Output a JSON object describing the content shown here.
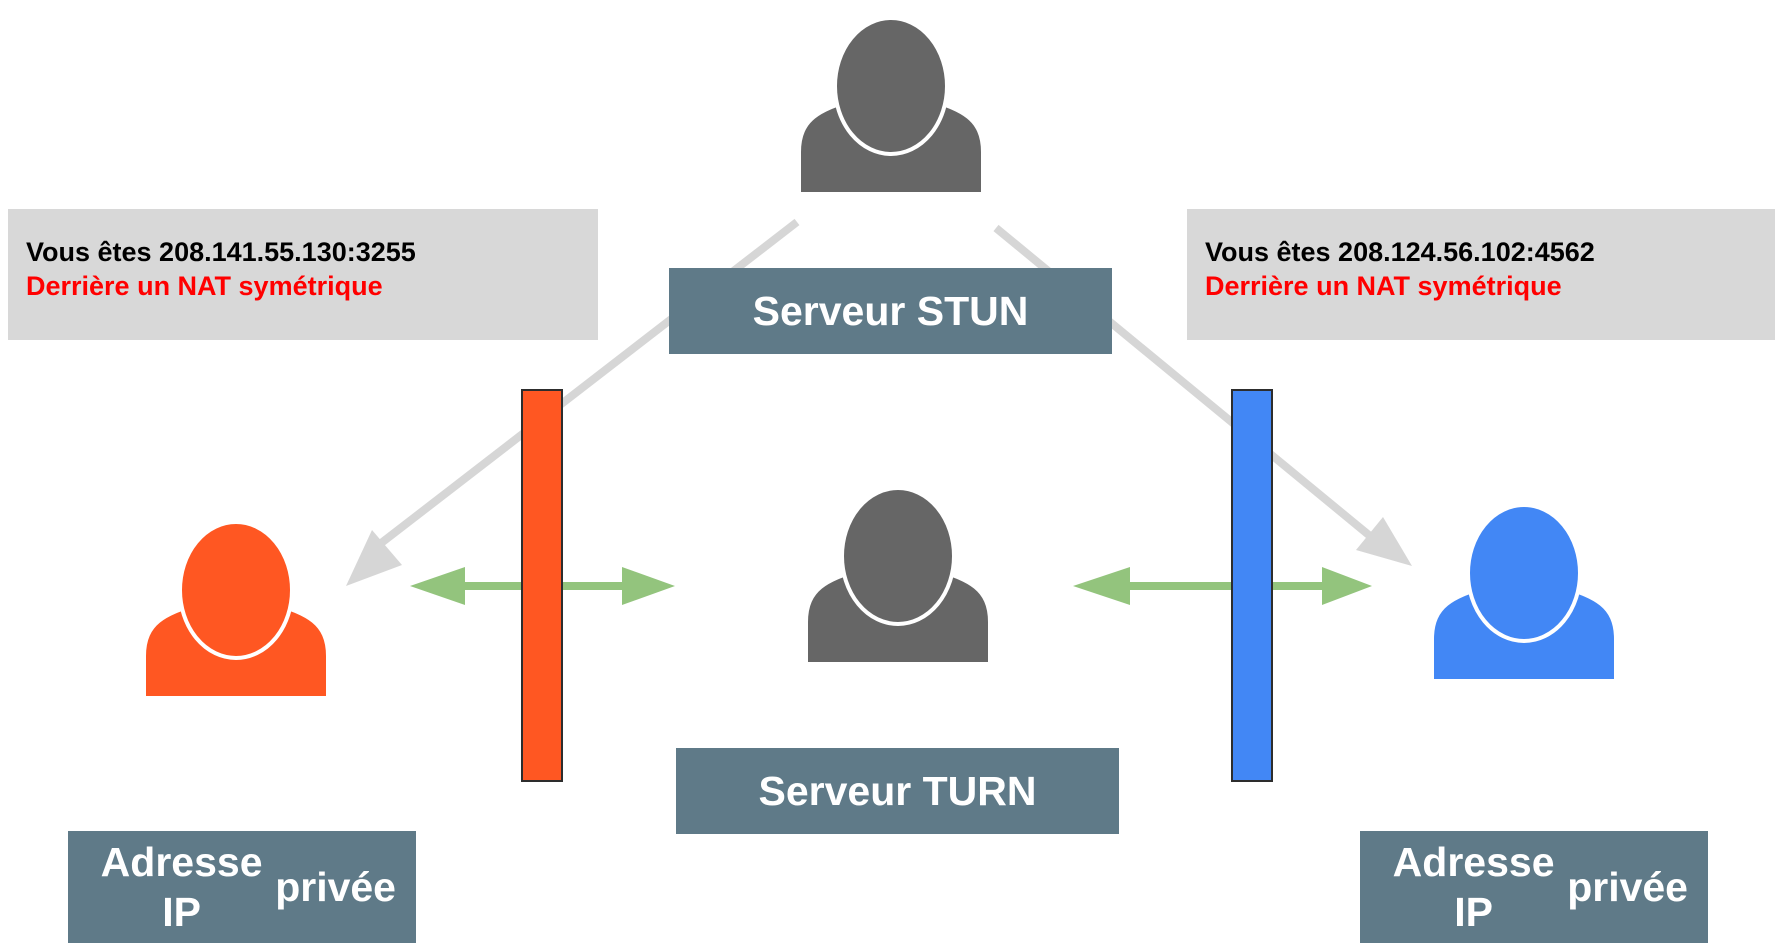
{
  "servers": {
    "stun": {
      "label": "Serveur STUN"
    },
    "turn": {
      "label": "Serveur TURN"
    }
  },
  "peers": {
    "left": {
      "line1": "Adresse IP",
      "line2": "privée",
      "color": "#ff5722",
      "public_address": "Vous êtes 208.141.55.130:3255",
      "nat_type": "Derrière un NAT symétrique"
    },
    "right": {
      "line1": "Adresse IP",
      "line2": "privée",
      "color": "#4287f5",
      "public_address": "Vous êtes 208.124.56.102:4562",
      "nat_type": "Derrière un NAT symétrique"
    }
  },
  "colors": {
    "server_icon": "#666666",
    "label_bg": "#5f7a88",
    "info_bg": "#d8d8d8",
    "nat_warning": "#ff0000",
    "stun_arrow": "#d6d6d6",
    "relay_arrow": "#93c47d"
  }
}
